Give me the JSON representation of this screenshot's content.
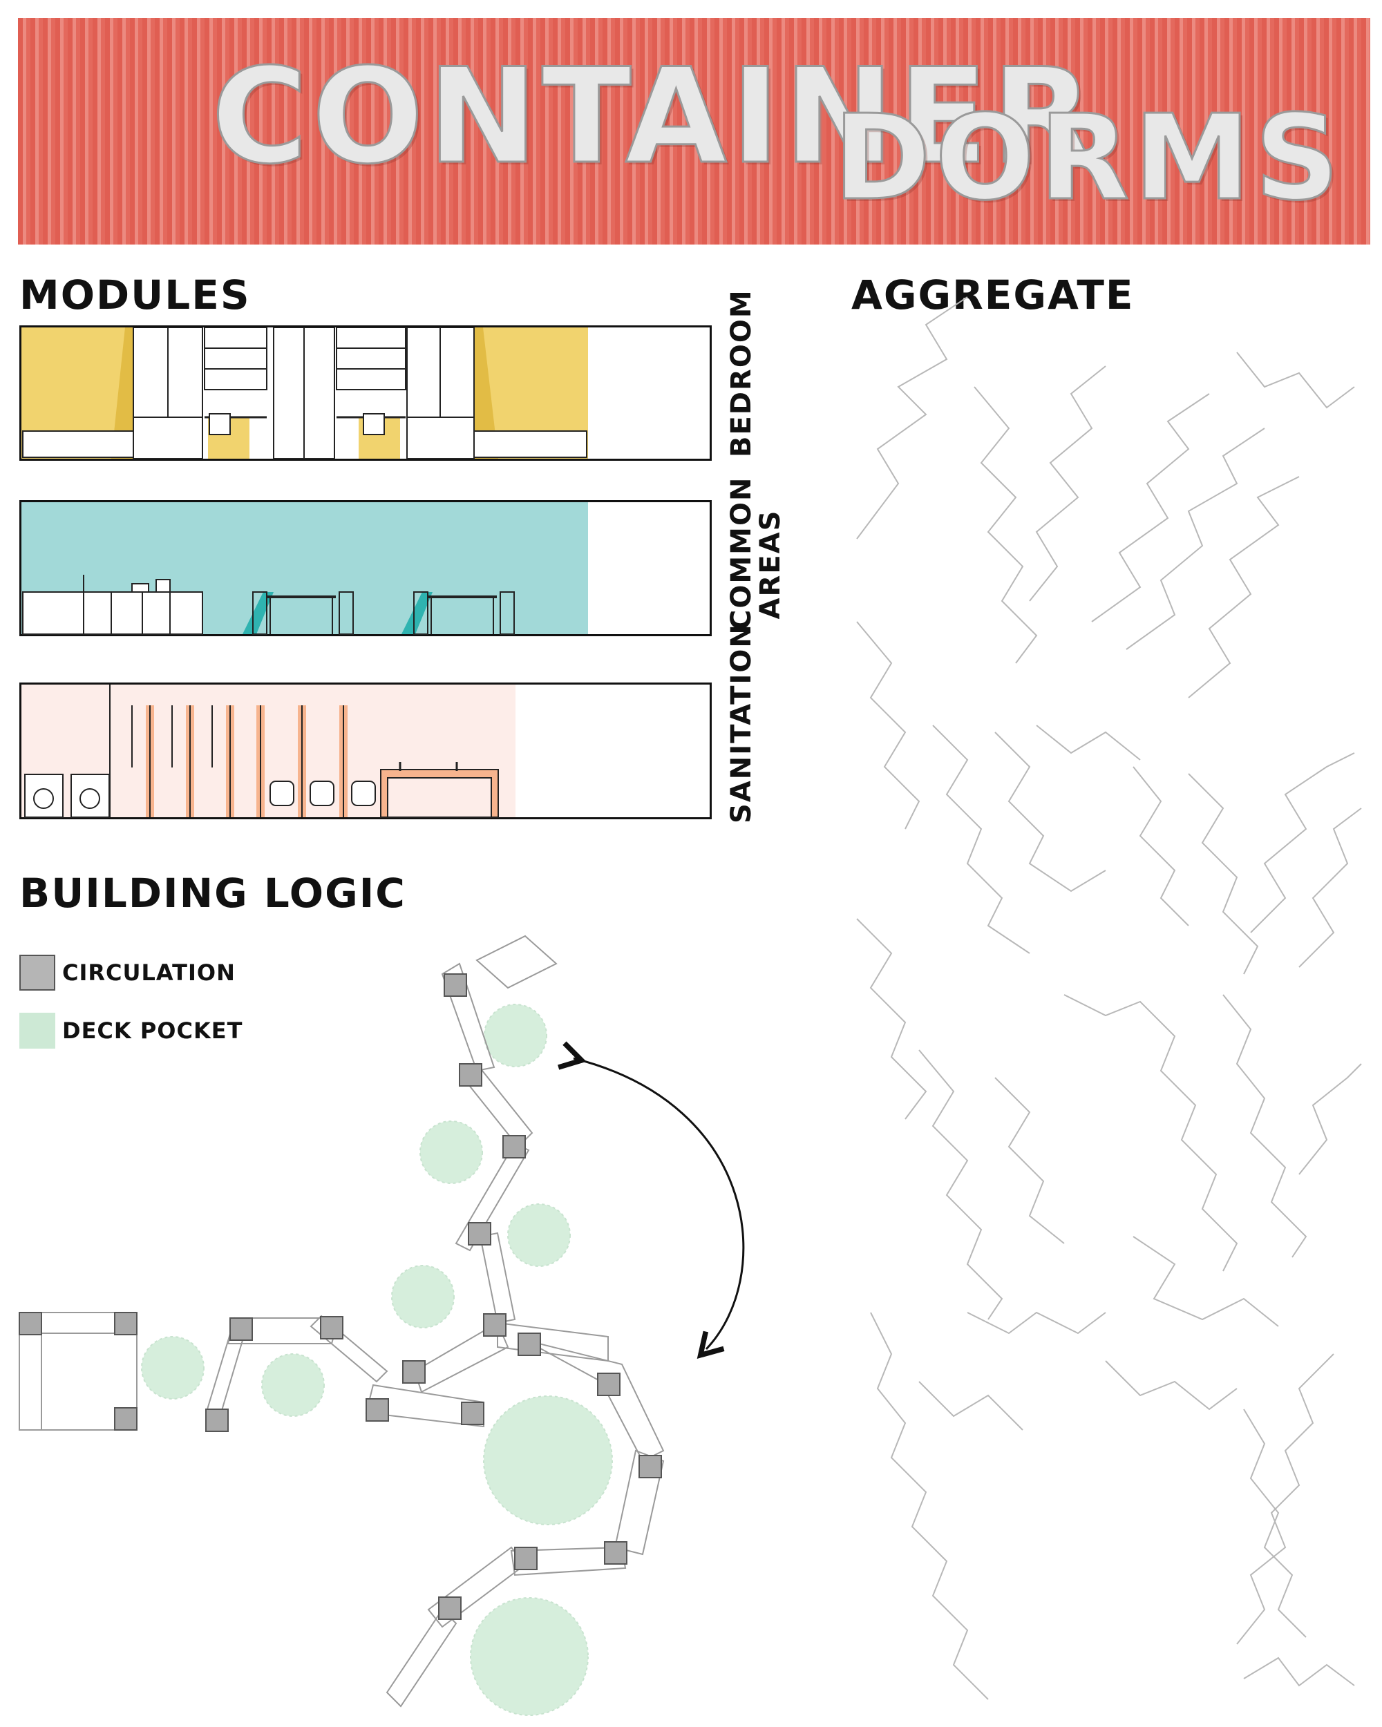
{
  "banner": {
    "word1": "CONTAINER",
    "word2": "DORMS"
  },
  "headings": {
    "modules": "MODULES",
    "aggregate": "AGGREGATE",
    "building_logic": "BUILDING LOGIC"
  },
  "modules": {
    "bedroom": {
      "label": "BEDROOM",
      "color": "#f1d36e"
    },
    "common": {
      "label_line1": "COMMON",
      "label_line2": "AREAS",
      "color": "#a2d9d8"
    },
    "sanitation": {
      "label": "SANITATION",
      "color": "#fdede9"
    }
  },
  "legend": {
    "circulation": {
      "label": "CIRCULATION",
      "color": "#b5b5b5"
    },
    "deck_pocket": {
      "label": "DECK POCKET",
      "color": "#cde9d5"
    }
  },
  "colors": {
    "banner_red": "#e05e52",
    "circulation_fill": "#a9a9a9",
    "deck_green": "#d6eedc"
  }
}
